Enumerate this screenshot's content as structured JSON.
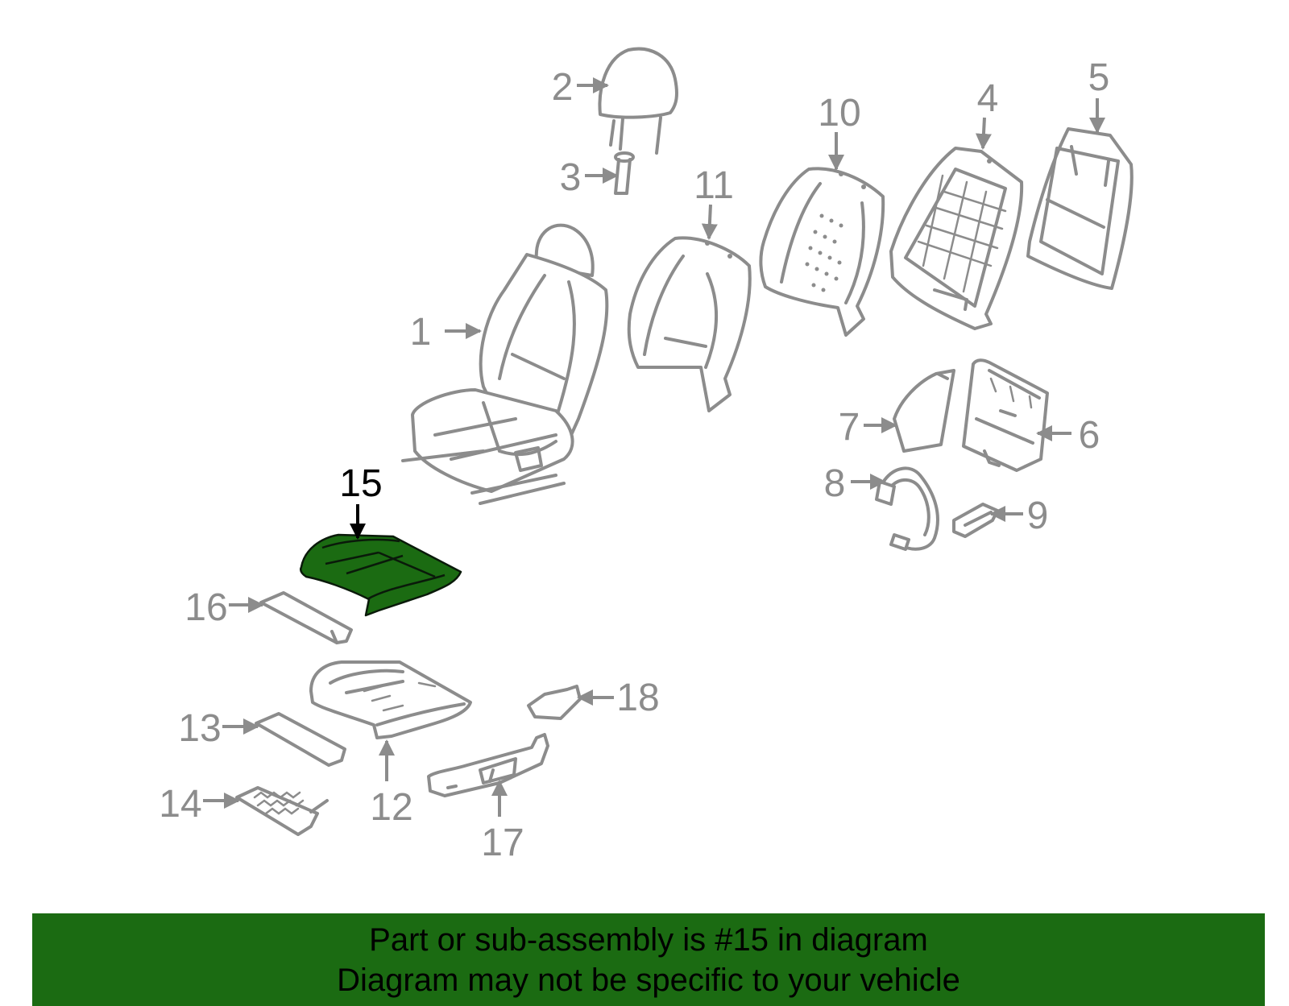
{
  "diagram": {
    "label_color": "#8c8c8c",
    "highlight_color": "#1b6b12",
    "highlight_label_color": "#000000",
    "highlighted_part": "15",
    "callouts": [
      {
        "id": "1",
        "label": "1"
      },
      {
        "id": "2",
        "label": "2"
      },
      {
        "id": "3",
        "label": "3"
      },
      {
        "id": "4",
        "label": "4"
      },
      {
        "id": "5",
        "label": "5"
      },
      {
        "id": "6",
        "label": "6"
      },
      {
        "id": "7",
        "label": "7"
      },
      {
        "id": "8",
        "label": "8"
      },
      {
        "id": "9",
        "label": "9"
      },
      {
        "id": "10",
        "label": "10"
      },
      {
        "id": "11",
        "label": "11"
      },
      {
        "id": "12",
        "label": "12"
      },
      {
        "id": "13",
        "label": "13"
      },
      {
        "id": "14",
        "label": "14"
      },
      {
        "id": "15",
        "label": "15"
      },
      {
        "id": "16",
        "label": "16"
      },
      {
        "id": "17",
        "label": "17"
      },
      {
        "id": "18",
        "label": "18"
      }
    ]
  },
  "banner": {
    "background": "#1b6b12",
    "text_color": "#000000",
    "line1": "Part or sub-assembly is #15 in diagram",
    "line2": "Diagram may not be specific to your vehicle"
  }
}
